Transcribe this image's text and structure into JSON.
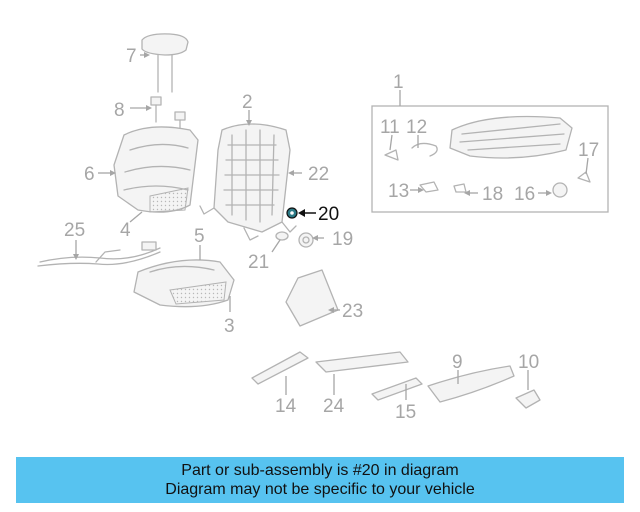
{
  "diagram": {
    "callouts": [
      {
        "id": "c1",
        "text": "1"
      },
      {
        "id": "c2",
        "text": "2"
      },
      {
        "id": "c3",
        "text": "3"
      },
      {
        "id": "c4",
        "text": "4"
      },
      {
        "id": "c5",
        "text": "5"
      },
      {
        "id": "c6",
        "text": "6"
      },
      {
        "id": "c7",
        "text": "7"
      },
      {
        "id": "c8",
        "text": "8"
      },
      {
        "id": "c9",
        "text": "9"
      },
      {
        "id": "c10",
        "text": "10"
      },
      {
        "id": "c11",
        "text": "11"
      },
      {
        "id": "c12",
        "text": "12"
      },
      {
        "id": "c13",
        "text": "13"
      },
      {
        "id": "c14",
        "text": "14"
      },
      {
        "id": "c15",
        "text": "15"
      },
      {
        "id": "c16",
        "text": "16"
      },
      {
        "id": "c17",
        "text": "17"
      },
      {
        "id": "c18",
        "text": "18"
      },
      {
        "id": "c19",
        "text": "19"
      },
      {
        "id": "c20",
        "text": "20"
      },
      {
        "id": "c21",
        "text": "21"
      },
      {
        "id": "c22",
        "text": "22"
      },
      {
        "id": "c23",
        "text": "23"
      },
      {
        "id": "c24",
        "text": "24"
      },
      {
        "id": "c25",
        "text": "25"
      }
    ],
    "highlighted_part": "20",
    "highlight_color": "#111111",
    "line_color": "#b3b3b3"
  },
  "banner": {
    "line1": "Part or sub-assembly is #20 in diagram",
    "line2": "Diagram may not be specific to your vehicle",
    "background": "#57c3f0"
  }
}
